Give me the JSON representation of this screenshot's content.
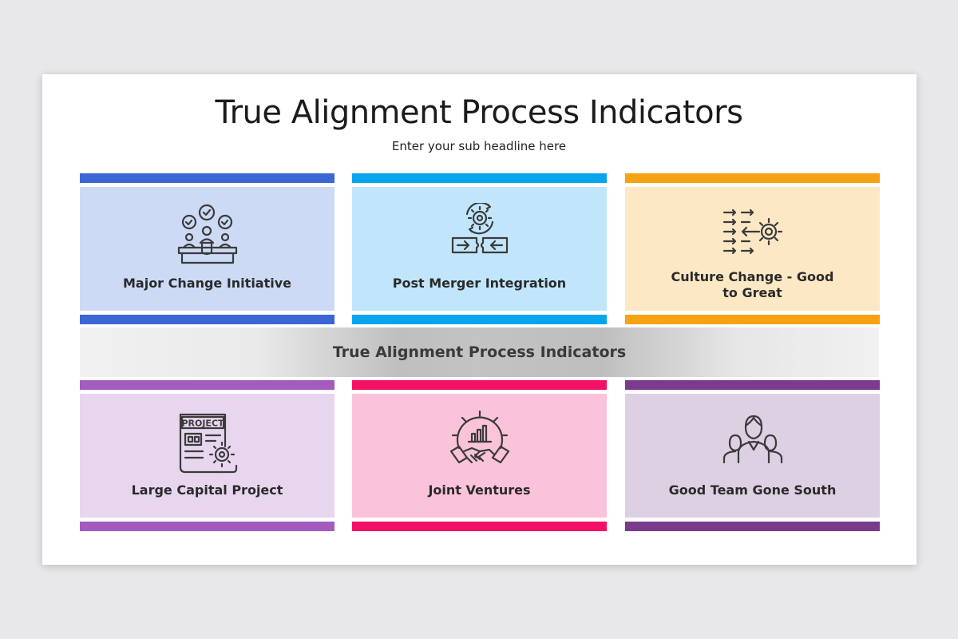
{
  "title": "True Alignment Process Indicators",
  "subtitle": "Enter your sub headline here",
  "center_band": "True Alignment Process Indicators",
  "project_icon_text": "PROJECT",
  "cards": [
    {
      "label": "Major Change Initiative",
      "icon": "meeting-approval-icon",
      "color": "#3a67d3",
      "bg": "#cddaf6"
    },
    {
      "label": "Post Merger Integration",
      "icon": "merger-gear-icon",
      "color": "#07a5ee",
      "bg": "#c1e6fb"
    },
    {
      "label": "Culture Change - Good to Great",
      "icon": "arrows-gear-icon",
      "color": "#f5a312",
      "bg": "#fde8c5"
    },
    {
      "label": "Large Capital Project",
      "icon": "project-document-icon",
      "color": "#a35bbd",
      "bg": "#e7d6ee"
    },
    {
      "label": "Joint Ventures",
      "icon": "handshake-gear-icon",
      "color": "#f31166",
      "bg": "#fbc3da"
    },
    {
      "label": "Good Team Gone South",
      "icon": "team-icon",
      "color": "#7a3b8c",
      "bg": "#ddd0e3"
    }
  ]
}
